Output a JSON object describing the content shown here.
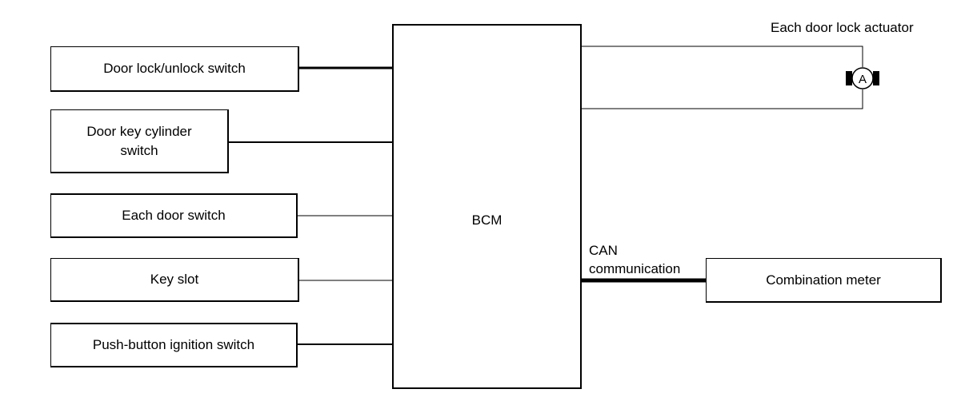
{
  "diagram": {
    "inputs": [
      {
        "id": "door-lock-unlock-switch",
        "label": "Door lock/unlock switch"
      },
      {
        "id": "door-key-cylinder-switch",
        "label_line1": "Door key cylinder",
        "label_line2": "switch"
      },
      {
        "id": "each-door-switch",
        "label": "Each door switch"
      },
      {
        "id": "key-slot",
        "label": "Key slot"
      },
      {
        "id": "push-button-ignition-switch",
        "label": "Push-button ignition switch"
      }
    ],
    "controller": {
      "label": "BCM"
    },
    "actuator": {
      "label": "Each door lock actuator",
      "symbol": "A"
    },
    "can": {
      "line1": "CAN",
      "line2": "communication"
    },
    "meter": {
      "label": "Combination meter"
    }
  }
}
